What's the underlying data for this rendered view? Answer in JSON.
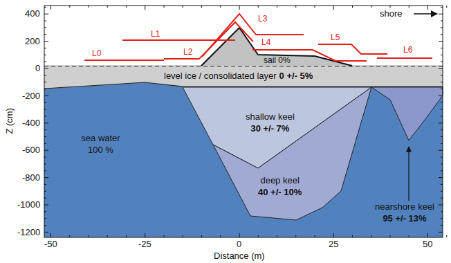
{
  "diagram": {
    "nodes": [
      {
        "text": [
          "sail 0%"
        ]
      },
      {
        "text": [
          "level ice / consolidated layer",
          "0 +/- 5%"
        ]
      },
      {
        "text": [
          "sea water 100 %"
        ]
      },
      {
        "text": [
          "shallow keel",
          "30 +/- 7%"
        ]
      },
      {
        "text": [
          "deep keel",
          "40 +/- 10%"
        ]
      },
      {
        "text": [
          "nearshore keel",
          "95 +/- 13%"
        ]
      }
    ],
    "labels": [
      "shore",
      "L0",
      "L1",
      "L2",
      "L3",
      "L4",
      "L5",
      "L6",
      "400",
      "200",
      "0",
      "-200",
      "-400",
      "-600",
      "-800",
      "-1000",
      "-1200",
      "-50",
      "-25",
      "0",
      "25",
      "50",
      "Z (cm)",
      "Distance (m)"
    ]
  }
}
